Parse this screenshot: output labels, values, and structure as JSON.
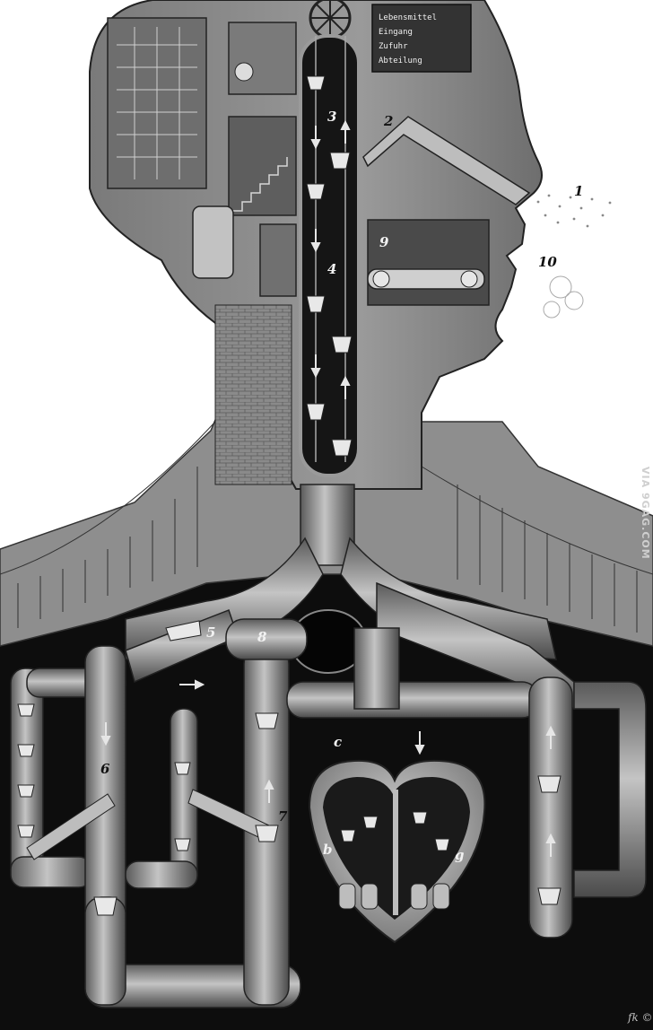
{
  "illustration": {
    "labels": {
      "l1": "1",
      "l2": "2",
      "l3": "3",
      "l4": "4",
      "l5": "5",
      "l6": "6",
      "l7": "7",
      "l8": "8",
      "l9": "9",
      "l10": "10",
      "lb": "b",
      "lc": "c",
      "lg": "g"
    },
    "panel_lines": [
      "Lebensmittel",
      "Eingang",
      "Zufuhr",
      "Abteilung"
    ],
    "watermark": "VIA 9GAG.COM",
    "signature": "fk ©"
  },
  "colors": {
    "background": "#ffffff",
    "dark_body": "#0d0d0d",
    "head_gray": "#8c8c8c",
    "pipe_light": "#b5b5b5",
    "pipe_shadow": "#555555"
  }
}
